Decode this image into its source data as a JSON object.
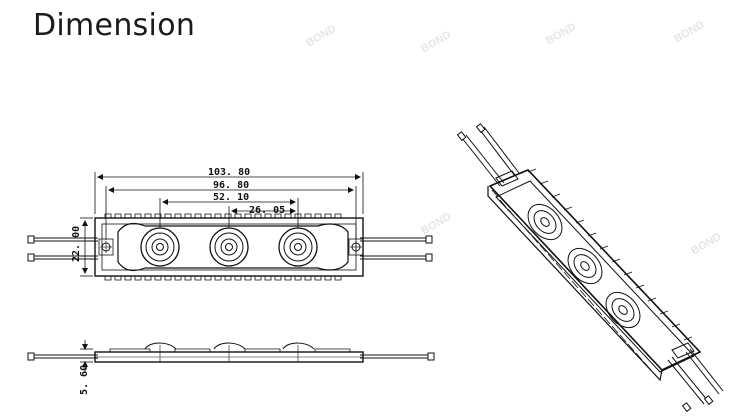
{
  "title": "Dimension",
  "watermark": "BOND",
  "dimensions": {
    "overall_length": "103. 80",
    "hole_spacing": "96. 80",
    "outer_lens_spacing": "52. 10",
    "lens_pitch": "26. 05",
    "width": "22. 00",
    "height": "5. 60"
  },
  "colors": {
    "line": "#111111",
    "background": "#ffffff"
  }
}
